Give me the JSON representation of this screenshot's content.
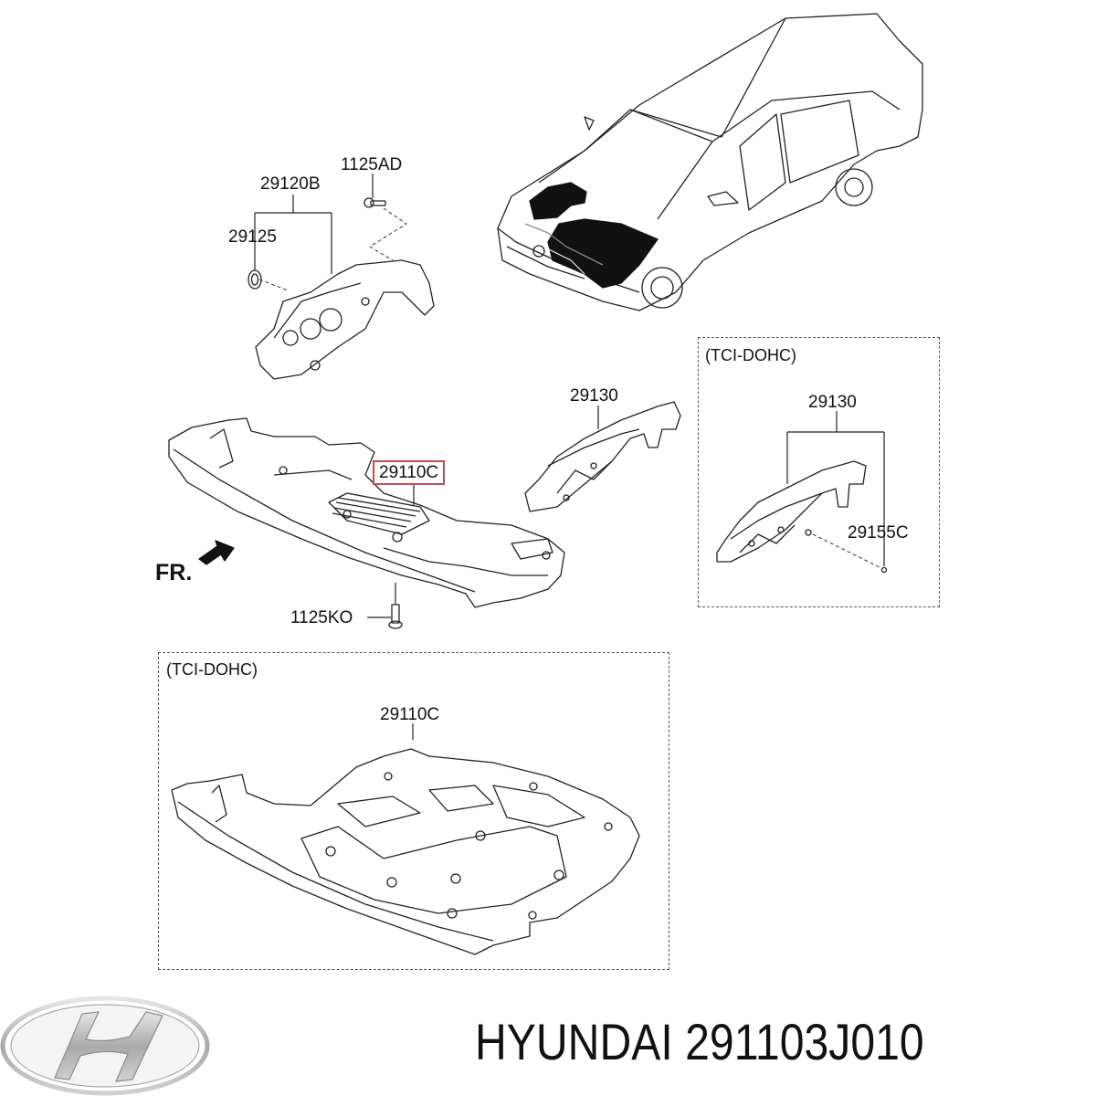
{
  "diagram": {
    "type": "exploded parts view",
    "subject": "Engine undercover / splash shield assembly",
    "callouts": [
      {
        "id": "c1125AD",
        "label": "1125AD"
      },
      {
        "id": "c29120B",
        "label": "29120B"
      },
      {
        "id": "c29125",
        "label": "29125"
      },
      {
        "id": "c29130a",
        "label": "29130"
      },
      {
        "id": "c29110Ca",
        "label": "29110C",
        "highlighted": true
      },
      {
        "id": "c1125KO",
        "label": "1125KO"
      },
      {
        "id": "c29130b",
        "label": "29130"
      },
      {
        "id": "c29155C",
        "label": "29155C"
      },
      {
        "id": "c29110Cb",
        "label": "29110C"
      }
    ],
    "orientation_marker": "FR.",
    "variant_boxes": [
      {
        "caption": "(TCI-DOHC)",
        "contains": [
          "29130",
          "29155C"
        ]
      },
      {
        "caption": "(TCI-DOHC)",
        "contains": [
          "29110C"
        ]
      }
    ],
    "highlight_color": "#c0504d"
  },
  "footer": {
    "brand": "HYUNDAI",
    "part_number": "291103J010",
    "title": "HYUNDAI 291103J010"
  },
  "logo": {
    "name": "hyundai-logo",
    "color": "#b8b8b8"
  }
}
